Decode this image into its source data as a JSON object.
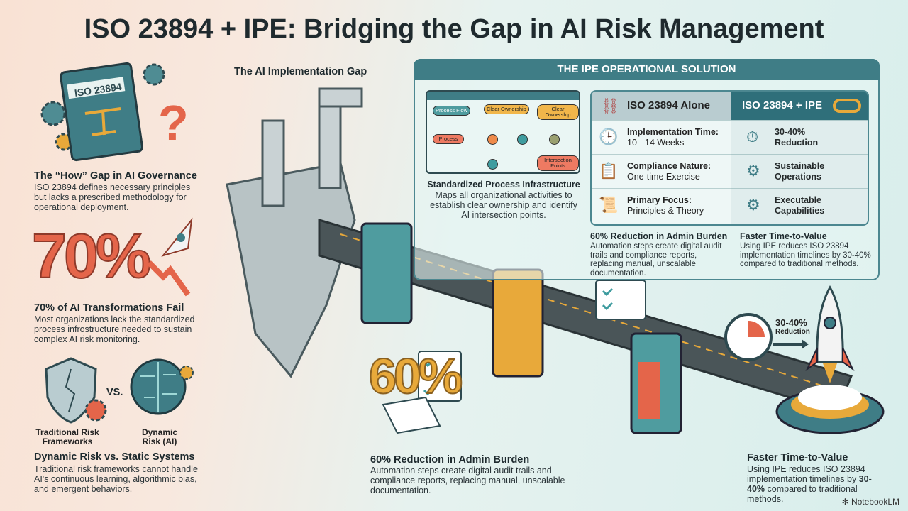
{
  "title": "ISO 23894 + IPE: Bridging the Gap in AI Risk Management",
  "left": {
    "book_label": "ISO 23894",
    "how_gap": {
      "heading": "The “How” Gap in AI Governance",
      "body": "ISO 23894 defines necessary principles but lacks a prescribed methodology for operational deployment."
    },
    "fail": {
      "stat": "70%",
      "heading": "70% of AI Transformations Fail",
      "body": "Most organizations lack the standardized process infrostructure needed to sustain complex AI risk monitoring."
    },
    "dynamic": {
      "vs": "VS.",
      "traditional_label": "Traditional Risk Frameworks",
      "dynamic_label": "Dynamic Risk (AI)",
      "heading": "Dynamic Risk vs. Static Systems",
      "body": "Traditional risk frameworks cannot handle AI's continuous learning, algorithmic bias, and emergent behaviors."
    }
  },
  "gap_label": "The AI Implementation Gap",
  "panel": {
    "title": "THE IPE OPERATIONAL SOLUTION",
    "process": {
      "nodes": [
        "Process Flow",
        "Clear Ownership",
        "Clear Ownership",
        "Process",
        "Intersection Points"
      ],
      "heading": "Standardized Process Infrastructure",
      "body": "Maps all organizational activities to establish clear ownership and identify AI intersection points."
    },
    "comparison": {
      "left_header": "ISO 23894 Alone",
      "right_header": "ISO 23894 + IPE",
      "rows": [
        {
          "left_label": "Implementation Time:",
          "left_value": "10 - 14 Weeks",
          "right_1": "30-40%",
          "right_2": "Reduction",
          "left_icon": "clock-icon",
          "right_icon": "stopwatch-icon"
        },
        {
          "left_label": "Compliance Nature:",
          "left_value": "One-time Exercise",
          "right_1": "Sustainable",
          "right_2": "Operations",
          "left_icon": "clipboard-icon",
          "right_icon": "gear-cycle-icon"
        },
        {
          "left_label": "Primary Focus:",
          "left_value": "Principles & Theory",
          "right_1": "Executable",
          "right_2": "Capabilities",
          "left_icon": "scroll-icon",
          "right_icon": "gears-icon"
        }
      ]
    },
    "admin": {
      "heading": "60% Reduction in Admin Burden",
      "body": "Automation steps create digital audit trails and compliance reports, replacing manual, unscalable documentation."
    },
    "ttv": {
      "heading": "Faster Time-to-Value",
      "body": "Using IPE reduces ISO 23894 implementation timelines by 30-40% compared to traditional methods."
    }
  },
  "bottom": {
    "admin": {
      "stat": "60%",
      "heading": "60% Reduction in Admin Burden",
      "body": "Automation steps create digital audit trails and compliance reports, replacing manual, unscalable documentation."
    },
    "rocket": {
      "stat": "30-40%",
      "stat_label": "Reduction"
    },
    "ttv": {
      "heading": "Faster Time-to-Value",
      "body_1": "Using IPE reduces ISO 23894 implementation timelines by ",
      "body_bold": "30-40%",
      "body_2": " compared to traditional methods."
    }
  },
  "footer": {
    "brand": "NotebookLM"
  },
  "colors": {
    "teal": "#3f7d86",
    "coral": "#e4654a",
    "gold": "#e8a93a",
    "dark": "#2e4a50"
  }
}
